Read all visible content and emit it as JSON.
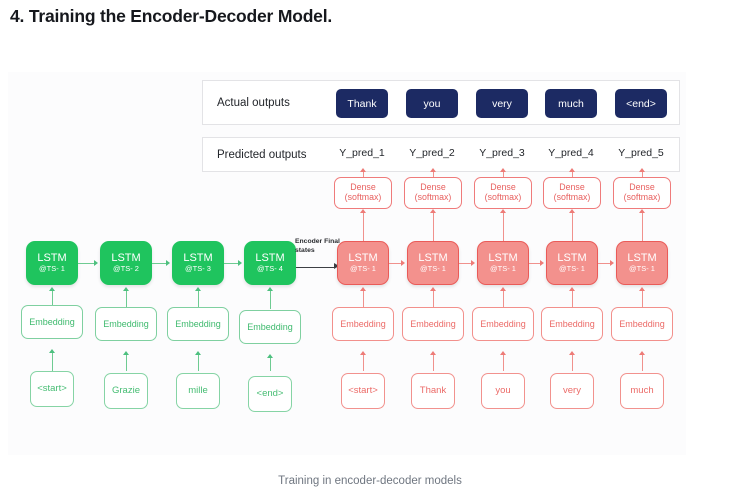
{
  "heading": "4. Training the Encoder-Decoder Model.",
  "caption": "Training in encoder-decoder models",
  "colors": {
    "navy": "#1c2a63",
    "encoder_green": "#1fc45e",
    "decoder_salmon": "#f3918d",
    "decoder_red_border": "#ea5b58",
    "panel_bg": "#fcfcfd",
    "text": "#23262b",
    "caption": "#6f7680"
  },
  "actual_outputs": {
    "label": "Actual outputs",
    "tokens": [
      "Thank",
      "you",
      "very",
      "much",
      "<end>"
    ]
  },
  "predicted_outputs": {
    "label": "Predicted outputs",
    "tokens": [
      "Y_pred_1",
      "Y_pred_2",
      "Y_pred_3",
      "Y_pred_4",
      "Y_pred_5"
    ]
  },
  "dense_layers": [
    {
      "line1": "Dense",
      "line2": "(softmax)"
    },
    {
      "line1": "Dense",
      "line2": "(softmax)"
    },
    {
      "line1": "Dense",
      "line2": "(softmax)"
    },
    {
      "line1": "Dense",
      "line2": "(softmax)"
    },
    {
      "line1": "Dense",
      "line2": "(softmax)"
    }
  ],
  "encoder": {
    "lstm_cells": [
      {
        "name": "LSTM",
        "timestep": "@TS- 1"
      },
      {
        "name": "LSTM",
        "timestep": "@TS- 2"
      },
      {
        "name": "LSTM",
        "timestep": "@TS- 3"
      },
      {
        "name": "LSTM",
        "timestep": "@TS- 4"
      }
    ],
    "embeddings": [
      "Embedding",
      "Embedding",
      "Embedding",
      "Embedding"
    ],
    "input_tokens": [
      "<start>",
      "Grazie",
      "mille",
      "<end>"
    ]
  },
  "decoder": {
    "lstm_cells": [
      {
        "name": "LSTM",
        "timestep": "@TS- 1"
      },
      {
        "name": "LSTM",
        "timestep": "@TS- 1"
      },
      {
        "name": "LSTM",
        "timestep": "@TS- 1"
      },
      {
        "name": "LSTM",
        "timestep": "@TS- 1"
      },
      {
        "name": "LSTM",
        "timestep": "@TS- 1"
      }
    ],
    "embeddings": [
      "Embedding",
      "Embedding",
      "Embedding",
      "Embedding",
      "Embedding"
    ],
    "input_tokens": [
      "<start>",
      "Thank",
      "you",
      "very",
      "much"
    ]
  },
  "state_link": {
    "line1": "Encoder Final",
    "line2": "states"
  }
}
